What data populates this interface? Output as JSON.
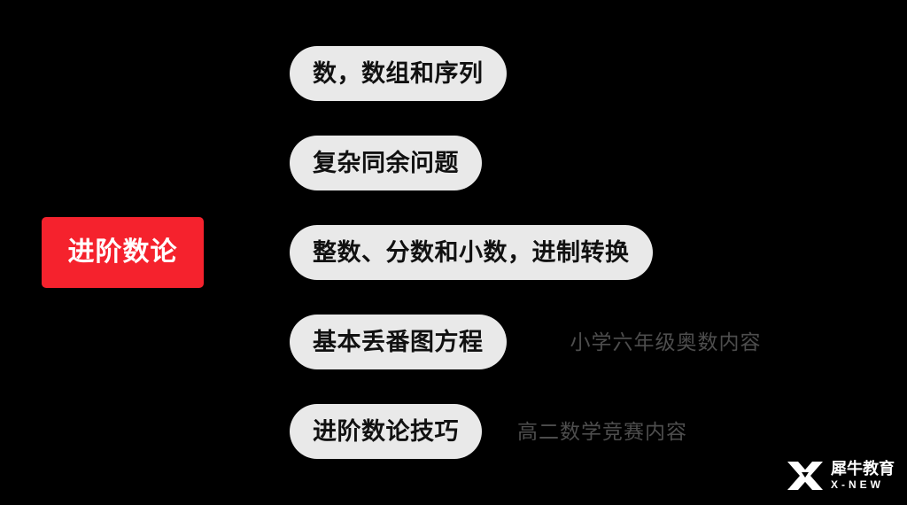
{
  "slide": {
    "background_color": "#000000",
    "category": {
      "label": "进阶数论",
      "bg_color": "#f5222d",
      "text_color": "#ffffff"
    },
    "topics": [
      {
        "label": "数，数组和序列",
        "note": ""
      },
      {
        "label": "复杂同余问题",
        "note": ""
      },
      {
        "label": "整数、分数和小数，进制转换",
        "note": ""
      },
      {
        "label": "基本丢番图方程",
        "note": "小学六年级奥数内容"
      },
      {
        "label": "进阶数论技巧",
        "note": "高二数学竞赛内容"
      }
    ],
    "pill_bg_color": "#e9e9e9",
    "pill_text_color": "#111111",
    "note_text_color": "#4d4d4d"
  },
  "watermark": {
    "mark_icon": "x-logo-icon",
    "brand_cn": "犀牛教育",
    "brand_en": "X-NEW",
    "color": "#ffffff"
  }
}
